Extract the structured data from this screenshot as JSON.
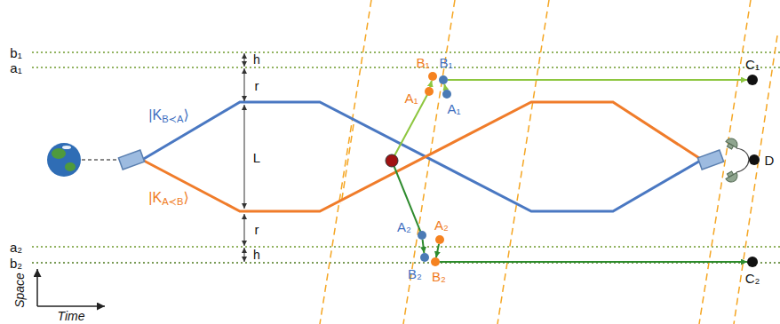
{
  "diagram": {
    "nodes": [
      {
        "text": [
          "B₁"
        ]
      },
      {
        "text": [
          "B₁"
        ]
      },
      {
        "text": [
          "A₁"
        ]
      },
      {
        "text": [
          "A₁"
        ]
      },
      {
        "text": [
          "C₁"
        ]
      },
      {
        "text": [
          "D"
        ]
      },
      {
        "text": [
          "A₂"
        ]
      },
      {
        "text": [
          "A₂"
        ]
      },
      {
        "text": [
          "B₂"
        ]
      },
      {
        "text": [
          "B₂"
        ]
      },
      {
        "text": [
          "C₂"
        ]
      }
    ],
    "edges": [
      {
        "from": 2,
        "to": 0,
        "arrow": "to"
      },
      {
        "from": 3,
        "to": 1,
        "arrow": "to"
      },
      {
        "from": 1,
        "to": 4,
        "arrow": "to"
      },
      {
        "from": 6,
        "to": 8,
        "arrow": "to"
      },
      {
        "from": 7,
        "to": 9,
        "arrow": "to"
      },
      {
        "from": 9,
        "to": 10,
        "arrow": "to"
      }
    ],
    "labels": [
      "b₁",
      "a₁",
      "h",
      "r",
      "L",
      "r",
      "h",
      "a₂",
      "b₂",
      "|KB≺A⟩",
      "|KA≺B⟩",
      "Space",
      "Time"
    ]
  }
}
